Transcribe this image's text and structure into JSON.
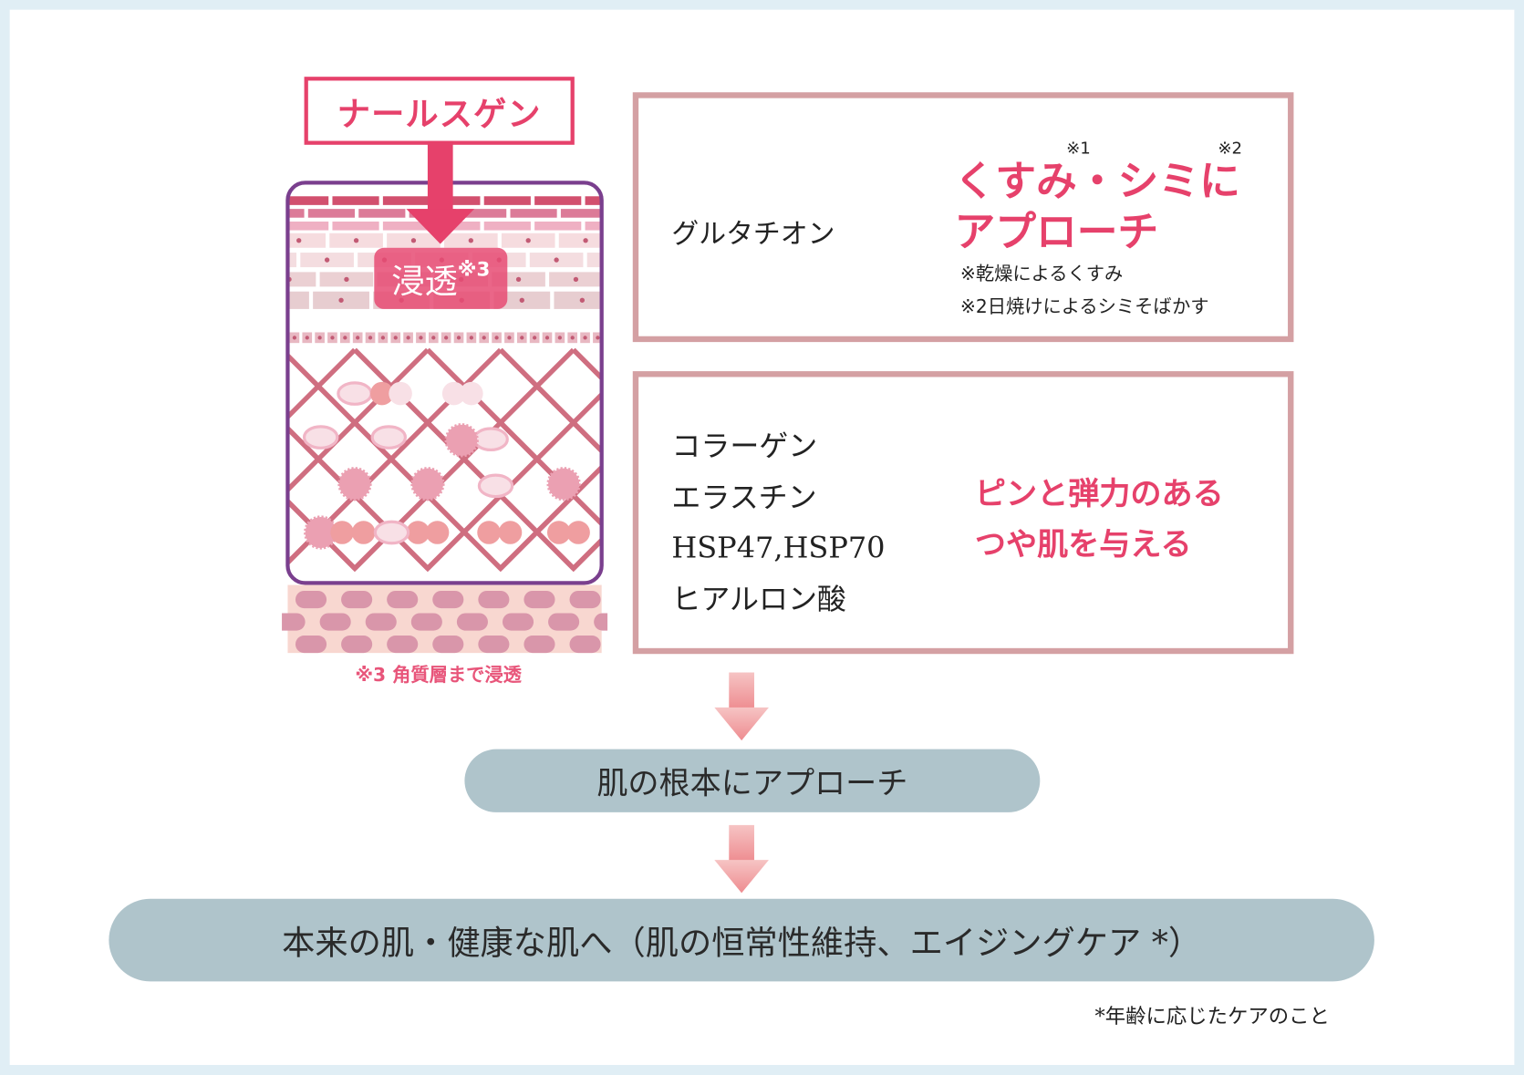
{
  "illustration": {
    "ingredient_label": "ナールスゲン",
    "penetration_label": "浸透",
    "penetration_mark": "※3",
    "footnote": "※3 角質層まで浸透"
  },
  "box1": {
    "ingredient": "グルタチオン",
    "heading_line1": "くすみ・シミに",
    "heading_line2": "アプローチ",
    "mark1": "※1",
    "mark2": "※2",
    "notes": [
      "※乾燥によるくすみ",
      "※2日焼けによるシミそばかす"
    ]
  },
  "box2": {
    "ingredients": [
      "コラーゲン",
      "エラスチン",
      "HSP47,HSP70",
      "ヒアルロン酸"
    ],
    "effect_line1": "ピンと弾力のある",
    "effect_line2": "つや肌を与える"
  },
  "flow": {
    "step1": "肌の根本にアプローチ",
    "step2": "本来の肌・健康な肌へ（肌の恒常性維持、エイジングケア *）",
    "footnote": "*年齢に応じたケアのこと"
  },
  "colors": {
    "accent": "#e6416b",
    "frame": "#d4a0a3",
    "skin_border": "#7a3f8e",
    "pill": "#afc4cb"
  }
}
